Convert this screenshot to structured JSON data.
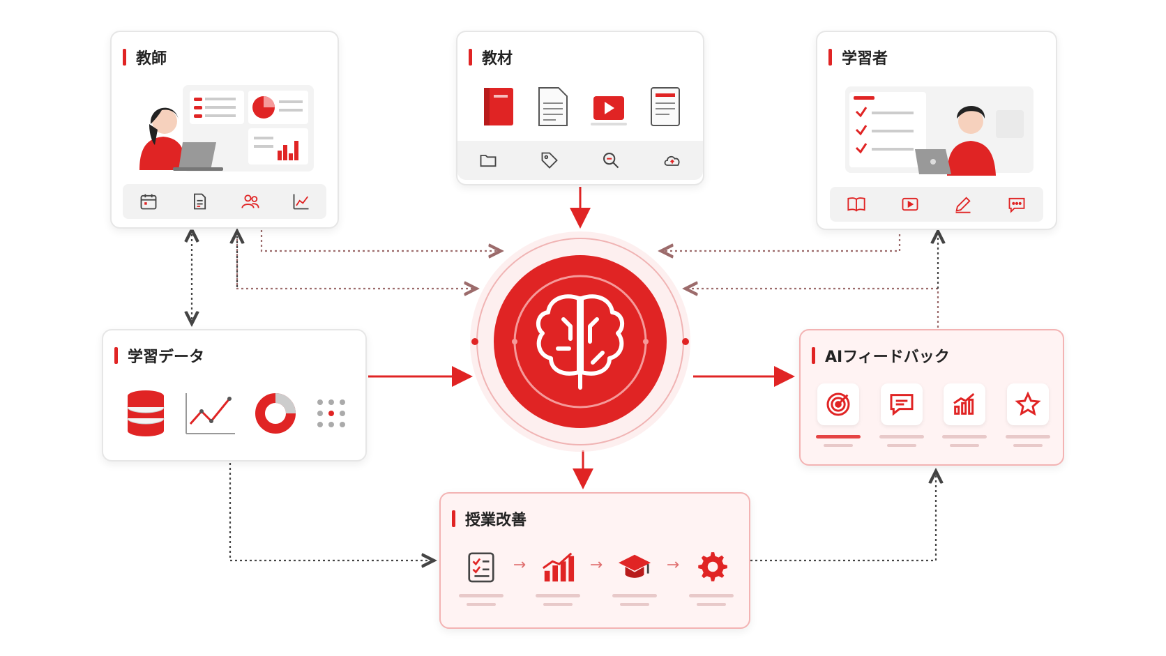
{
  "colors": {
    "accent": "#e02424",
    "pink_bg": "#fff3f3",
    "pink_border": "#f3b3b3",
    "dotted": "#9c6b6b"
  },
  "center": {
    "icon": "brain-circuit-icon"
  },
  "cards": {
    "teacher": {
      "title": "教師",
      "icons": [
        "calendar-icon",
        "document-icon",
        "users-icon",
        "analytics-icon"
      ]
    },
    "materials": {
      "title": "教材",
      "icons": [
        "folder-icon",
        "tag-icon",
        "search-icon",
        "cloud-icon"
      ],
      "materials": [
        "book-icon",
        "page-icon",
        "video-icon",
        "worksheet-icon"
      ]
    },
    "learner": {
      "title": "学習者",
      "icons": [
        "book-open-icon",
        "video-play-icon",
        "pencil-icon",
        "chat-icon"
      ]
    },
    "data": {
      "title": "学習データ",
      "icons": [
        "database-icon",
        "line-chart-icon",
        "donut-chart-icon",
        "grid-dots-icon"
      ]
    },
    "feedback": {
      "title": "AIフィードバック",
      "icons": [
        "target-icon",
        "message-icon",
        "growth-chart-icon",
        "star-icon"
      ]
    },
    "improve": {
      "title": "授業改善",
      "icons": [
        "checklist-icon",
        "bar-chart-icon",
        "graduation-cap-icon",
        "gear-icon"
      ]
    }
  }
}
